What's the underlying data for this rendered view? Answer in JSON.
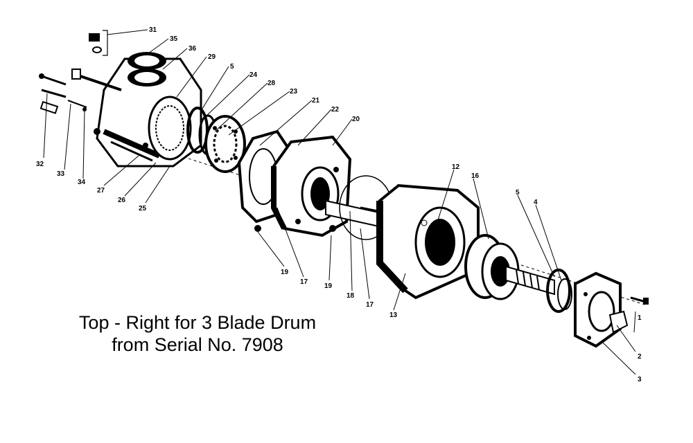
{
  "caption": {
    "line1": "Top - Right for 3 Blade Drum",
    "line2": "from Serial No. 7908"
  },
  "callouts": [
    "31",
    "35",
    "36",
    "29",
    "5",
    "24",
    "28",
    "23",
    "21",
    "22",
    "20",
    "32",
    "33",
    "34",
    "27",
    "26",
    "25",
    "19",
    "17",
    "19",
    "18",
    "17",
    "13",
    "12",
    "16",
    "5",
    "4",
    "1",
    "2",
    "3"
  ],
  "colors": {
    "ink": "#000000",
    "paper": "#ffffff"
  }
}
